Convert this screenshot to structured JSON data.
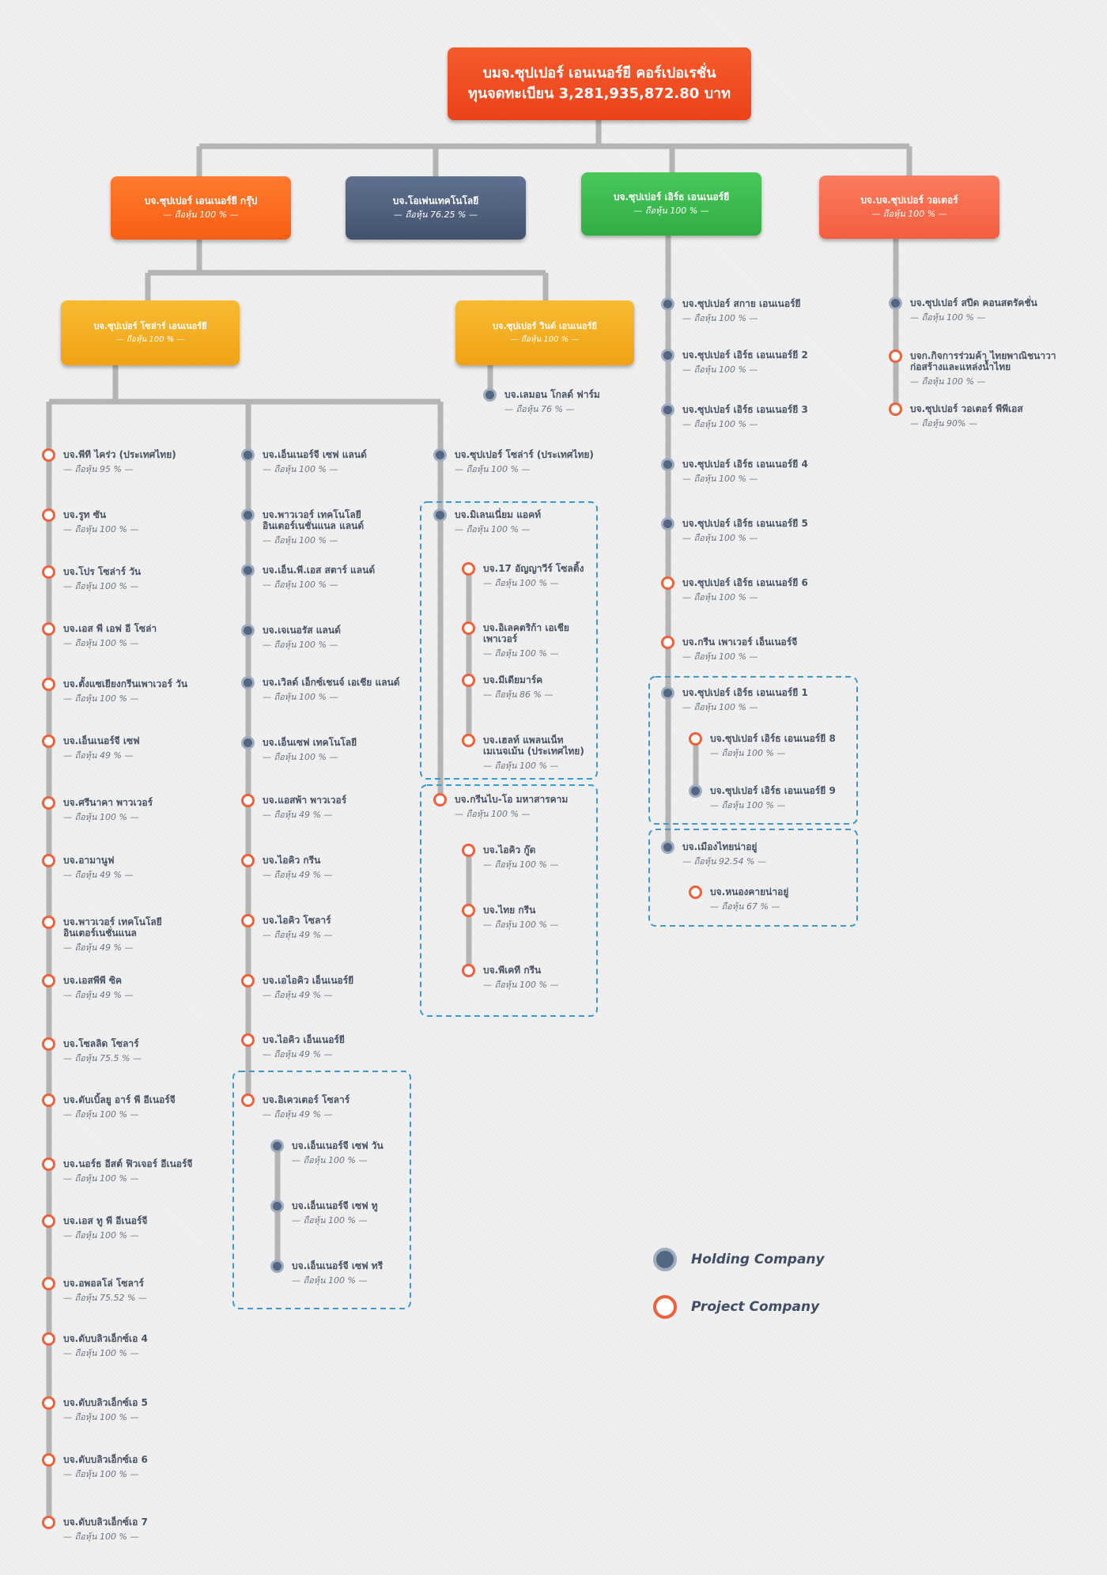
{
  "root": {
    "name": "บมจ.ซุปเปอร์ เอนเนอร์ยี คอร์เปอเรชั่น",
    "capital": "ทุนจดทะเบียน 3,281,935,872.80 บาท"
  },
  "level1": [
    {
      "name": "บจ.ซุปเปอร์ เอนเนอร์ยี กรุ๊ป",
      "share": "— ถือหุ้น 100 % —",
      "color": "#fb6b22"
    },
    {
      "name": "บจ.โอเพ่นเทคโนโลยี",
      "share": "— ถือหุ้น 76.25 % —",
      "color": "#50627e"
    },
    {
      "name": "บจ.ซุปเปอร์ เอิร์ธ เอนเนอร์ยี",
      "share": "— ถือหุ้น 100 % —",
      "color": "#3dbb50"
    },
    {
      "name": "บจ.บจ.ซุปเปอร์ วอเตอร์",
      "share": "— ถือหุ้น 100 % —",
      "color": "#f86e4f"
    }
  ],
  "level2": [
    {
      "name": "บจ.ซุปเปอร์ โซล่าร์ เอนเนอร์ยี",
      "share": "— ถือหุ้น 100 % —",
      "color": "#f5ad22"
    },
    {
      "name": "บจ.ซุปเปอร์ วินด์ เอนเนอร์ยี",
      "share": "— ถือหุ้น 100 % —",
      "color": "#f5ad22"
    }
  ],
  "windSub": [
    {
      "type": "holding",
      "name": "บจ.เลมอน โกลด์ ฟาร์ม",
      "share": "— ถือหุ้น 76 % —"
    }
  ],
  "solarCol1": [
    {
      "type": "project",
      "name": "บจ.พีที ไคร่ว (ประเทศไทย)",
      "share": "— ถือหุ้น 95 % —"
    },
    {
      "type": "project",
      "name": "บจ.รูท ซัน",
      "share": "— ถือหุ้น 100 % —"
    },
    {
      "type": "project",
      "name": "บจ.โปร โซล่าร์ วัน",
      "share": "— ถือหุ้น 100 % —"
    },
    {
      "type": "project",
      "name": "บจ.เอส พี เอฟ อี โซล่า",
      "share": "— ถือหุ้น 100 % —"
    },
    {
      "type": "project",
      "name": "บจ.ตั้งแซเยียงกรีนเพาเวอร์ วัน",
      "share": "— ถือหุ้น 100 % —"
    },
    {
      "type": "project",
      "name": "บจ.เอ็นเนอร์จี เซฟ",
      "share": "— ถือหุ้น 49 % —"
    },
    {
      "type": "project",
      "name": "บจ.ศรีนาคา พาวเวอร์",
      "share": "— ถือหุ้น 100 % —"
    },
    {
      "type": "project",
      "name": "บจ.อามานูฟ",
      "share": "— ถือหุ้น 49 % —"
    },
    {
      "type": "project",
      "name": "บจ.พาวเวอร์ เทคโนโลยี",
      "name2": "อินเตอร์เนชั่นแนล",
      "share": "— ถือหุ้น 49 % —"
    },
    {
      "type": "project",
      "name": "บจ.เอสพีพี ซิค",
      "share": "— ถือหุ้น 49 % —"
    },
    {
      "type": "project",
      "name": "บจ.โซลลิด โซลาร์",
      "share": "— ถือหุ้น 75.5 % —"
    },
    {
      "type": "project",
      "name": "บจ.ดับเบิ้ลยู อาร์ พี อีเนอร์จี",
      "share": "— ถือหุ้น 100 % —"
    },
    {
      "type": "project",
      "name": "บจ.นอร์ธ อีสต์ ฟิวเจอร์ อีเนอร์จี",
      "share": "— ถือหุ้น 100 % —"
    },
    {
      "type": "project",
      "name": "บจ.เอส ทู พี อีเนอร์จี",
      "share": "— ถือหุ้น 100 % —"
    },
    {
      "type": "project",
      "name": "บจ.อพอลโล่ โซลาร์",
      "share": "— ถือหุ้น 75.52 % —"
    },
    {
      "type": "project",
      "name": "บจ.ดับบลิวเอ็กซ์เอ 4",
      "share": "— ถือหุ้น 100 % —"
    },
    {
      "type": "project",
      "name": "บจ.ดับบลิวเอ็กซ์เอ 5",
      "share": "— ถือหุ้น 100 % —"
    },
    {
      "type": "project",
      "name": "บจ.ดับบลิวเอ็กซ์เอ 6",
      "share": "— ถือหุ้น 100 % —"
    },
    {
      "type": "project",
      "name": "บจ.ดับบลิวเอ็กซ์เอ 7",
      "share": "— ถือหุ้น 100 % —"
    }
  ],
  "solarCol2": [
    {
      "type": "holding",
      "name": "บจ.เอ็นเนอร์จี เซฟ แลนด์",
      "share": "— ถือหุ้น 100 % —"
    },
    {
      "type": "holding",
      "name": "บจ.พาวเวอร์ เทคโนโลยี",
      "name2": "อินเตอร์เนชั่นแนล แลนด์",
      "share": "— ถือหุ้น 100 % —"
    },
    {
      "type": "holding",
      "name": "บจ.เอ็น.พี.เอส สตาร์ แลนด์",
      "share": "— ถือหุ้น 100 % —"
    },
    {
      "type": "holding",
      "name": "บจ.เจเนอรัส แลนด์",
      "share": "— ถือหุ้น 100 % —"
    },
    {
      "type": "holding",
      "name": "บจ.เวิลด์ เอ็กซ์เชนจ์ เอเชีย แลนด์",
      "share": "— ถือหุ้น 100 % —"
    },
    {
      "type": "holding",
      "name": "บจ.เอ็นเซฟ เทคโนโลยี",
      "share": "— ถือหุ้น 100 % —"
    },
    {
      "type": "project",
      "name": "บจ.แอสพ้า พาวเวอร์",
      "share": "— ถือหุ้น 49 % —"
    },
    {
      "type": "project",
      "name": "บจ.ไอคิว กรีน",
      "share": "— ถือหุ้น 49 % —"
    },
    {
      "type": "project",
      "name": "บจ.ไอคิว โซลาร์",
      "share": "— ถือหุ้น 49 % —"
    },
    {
      "type": "project",
      "name": "บจ.เอไอคิว เอ็นเนอร์ยี",
      "share": "— ถือหุ้น 49 % —"
    },
    {
      "type": "project",
      "name": "บจ.ไอคิว เอ็นเนอร์ยี",
      "share": "— ถือหุ้น 49 % —"
    },
    {
      "type": "project",
      "name": "บจ.อิเควเตอร์ โซลาร์",
      "share": "— ถือหุ้น 49 % —"
    }
  ],
  "equatorSub": [
    {
      "type": "holding",
      "name": "บจ.เอ็นเนอร์จี เซฟ วัน",
      "share": "— ถือหุ้น 100 % —"
    },
    {
      "type": "holding",
      "name": "บจ.เอ็นเนอร์จี เซฟ ทู",
      "share": "— ถือหุ้น 100 % —"
    },
    {
      "type": "holding",
      "name": "บจ.เอ็นเนอร์จี เซฟ ทรี",
      "share": "— ถือหุ้น 100 % —"
    }
  ],
  "solarCol3": [
    {
      "type": "holding",
      "name": "บจ.ซุปเปอร์ โซล่าร์ (ประเทศไทย)",
      "share": "— ถือหุ้น 100 % —"
    },
    {
      "type": "holding",
      "name": "บจ.มิเลนเนี่ยม แอคท์",
      "share": "— ถือหุ้น 100 % —"
    },
    {
      "type": "project",
      "name": "บจ.กรีนไบ-โอ มหาสารคาม",
      "share": "— ถือหุ้น 100 % —"
    }
  ],
  "millenniumSub": [
    {
      "type": "project",
      "name": "บจ.17 อัญญาวีร์ โซลติ้ง",
      "share": "— ถือหุ้น 100 % —"
    },
    {
      "type": "project",
      "name": "บจ.อิเลคตริก้า เอเชีย",
      "name2": "เพาเวอร์",
      "share": "— ถือหุ้น 100 % —"
    },
    {
      "type": "project",
      "name": "บจ.มีเดียมาร์ค",
      "share": "— ถือหุ้น 86 % —"
    },
    {
      "type": "project",
      "name": "บจ.เฮลท์ แพลนเน็ท",
      "name2": "เมเนจเม้น (ประเทศไทย)",
      "share": "— ถือหุ้น 100 % —"
    }
  ],
  "greenbioSub": [
    {
      "type": "project",
      "name": "บจ.ไอคิว กู๊ด",
      "share": "— ถือหุ้น 100 % —"
    },
    {
      "type": "project",
      "name": "บจ.ไทย กรีน",
      "share": "— ถือหุ้น 100 % —"
    },
    {
      "type": "project",
      "name": "บจ.พีเคที กรีน",
      "share": "— ถือหุ้น 100 % —"
    }
  ],
  "earthCol": [
    {
      "type": "holding",
      "name": "บจ.ซุปเปอร์ สกาย เอนเนอร์ยี",
      "share": "— ถือหุ้น 100 % —"
    },
    {
      "type": "holding",
      "name": "บจ.ซุปเปอร์ เอิร์ธ เอนเนอร์ยี 2",
      "share": "— ถือหุ้น 100 % —"
    },
    {
      "type": "holding",
      "name": "บจ.ซุปเปอร์ เอิร์ธ เอนเนอร์ยี 3",
      "share": "— ถือหุ้น 100 % —"
    },
    {
      "type": "holding",
      "name": "บจ.ซุปเปอร์ เอิร์ธ เอนเนอร์ยี 4",
      "share": "— ถือหุ้น 100 % —"
    },
    {
      "type": "holding",
      "name": "บจ.ซุปเปอร์ เอิร์ธ เอนเนอร์ยี 5",
      "share": "— ถือหุ้น 100 % —"
    },
    {
      "type": "project",
      "name": "บจ.ซุปเปอร์ เอิร์ธ เอนเนอร์ยี 6",
      "share": "— ถือหุ้น 100 % —"
    },
    {
      "type": "project",
      "name": "บจ.กรีน เพาเวอร์ เอ็นเนอร์จี",
      "share": "— ถือหุ้น 100 % —"
    },
    {
      "type": "holding",
      "name": "บจ.ซุปเปอร์ เอิร์ธ เอนเนอร์ยี 1",
      "share": "— ถือหุ้น 100 % —"
    },
    {
      "type": "holding",
      "name": "บจ.เมืองไทยน่าอยู่",
      "share": "— ถือหุ้น 92.54 % —"
    }
  ],
  "earth1Sub": [
    {
      "type": "project",
      "name": "บจ.ซุปเปอร์ เอิร์ธ เอนเนอร์ยี 8",
      "share": "— ถือหุ้น 100 % —"
    },
    {
      "type": "holding",
      "name": "บจ.ซุปเปอร์ เอิร์ธ เอนเนอร์ยี 9",
      "share": "— ถือหุ้น 100 % —"
    }
  ],
  "muangthaiSub": [
    {
      "type": "project",
      "name": "บจ.หนองคายน่าอยู่",
      "share": "— ถือหุ้น 67 % —"
    }
  ],
  "waterCol": [
    {
      "type": "holding",
      "name": "บจ.ซุปเปอร์ สปีด คอนสตรัคชั่น",
      "share": "— ถือหุ้น 100 % —"
    },
    {
      "type": "project",
      "name": "บจก.กิจการร่วมค้า ไทยพาณิชนาวา",
      "name2": "ก่อสร้างและแหล่งน้ำไทย",
      "share": "— ถือหุ้น 100 % —"
    },
    {
      "type": "project",
      "name": "บจ.ซุปเปอร์ วอเตอร์ พีพีเอส",
      "share": "— ถือหุ้น 90% —"
    }
  ],
  "legend": {
    "holding": "Holding Company",
    "project": "Project Company"
  },
  "colors": {
    "root": "#f04b22",
    "connector": "#b4b4b4",
    "holding": "#536783",
    "project": "#f0603a",
    "dashed": "#3a9ad0"
  }
}
